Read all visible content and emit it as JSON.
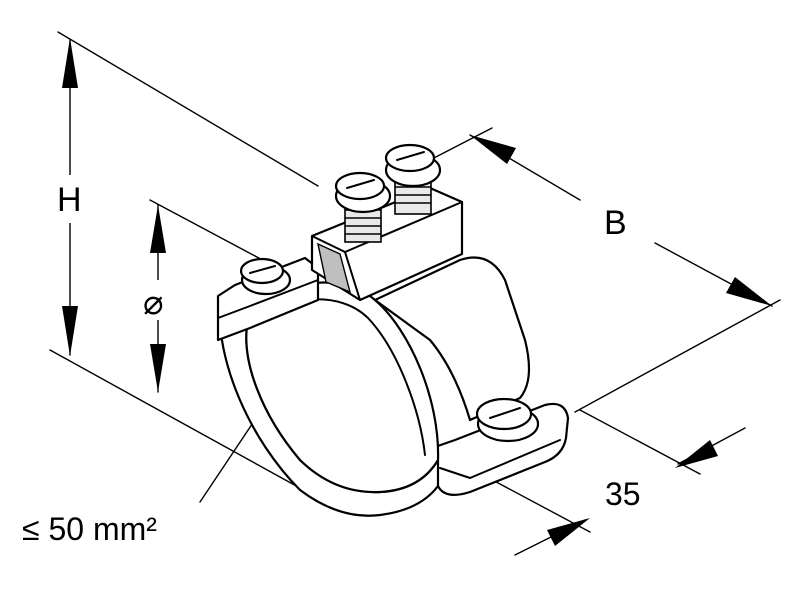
{
  "diagram": {
    "labels": {
      "height": "H",
      "width": "B",
      "diameter": "⌀",
      "depth": "35",
      "cross_section": "≤ 50 mm²"
    }
  }
}
